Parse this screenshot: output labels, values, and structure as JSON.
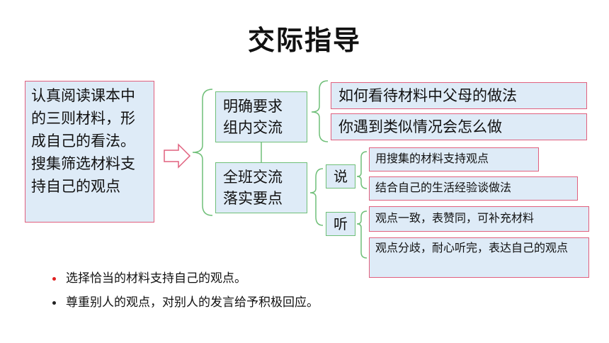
{
  "title": "交际指导",
  "main_text": "认真阅读课本中的三则材料，形成自己的看法。搜集筛选材料支持自己的观点",
  "group1": {
    "line1": "明确要求",
    "line2": "组内交流"
  },
  "group2": {
    "line1": "全班交流",
    "line2": "落实要点"
  },
  "group1_items": [
    "如何看待材料中父母的做法",
    "你遇到类似情况会怎么做"
  ],
  "say": {
    "label": "说",
    "items": [
      "用搜集的材料支持观点",
      "结合自己的生活经验谈做法"
    ]
  },
  "listen": {
    "label": "听",
    "items": [
      "观点一致，表赞同，可补充材料",
      "观点分歧，耐心听完，表达自己的观点"
    ]
  },
  "bullets": [
    {
      "text": "选择恰当的材料支持自己的观点。",
      "color": "#e02020"
    },
    {
      "text": "尊重别人的观点，对别人的发言给予积极回应。",
      "color": "#222222"
    }
  ],
  "colors": {
    "pink_border": "#e0607e",
    "green_border": "#6fbf78",
    "box_fill": "#deebf7",
    "arrow": "#e0607e"
  }
}
